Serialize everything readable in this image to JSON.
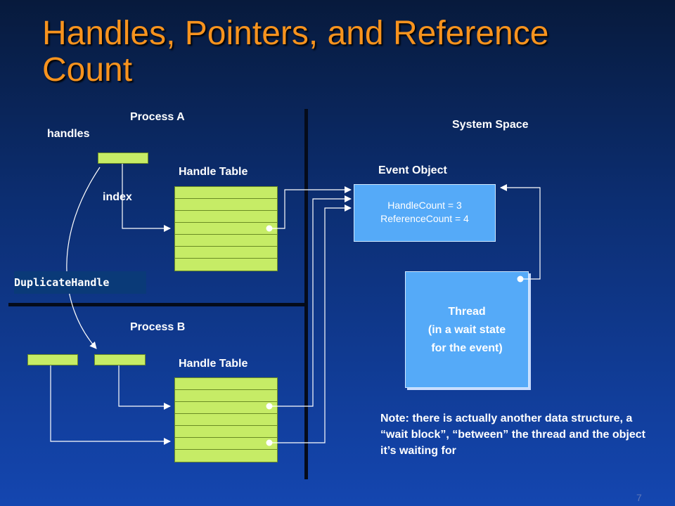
{
  "title": "Handles, Pointers, and Reference Count",
  "labels": {
    "process_a": "Process A",
    "handles": "handles",
    "system_space": "System Space",
    "handle_table_a": "Handle Table",
    "event_object": "Event Object",
    "index": "index",
    "process_b": "Process B",
    "handle_table_b": "Handle Table"
  },
  "event_object": {
    "handle_count": "HandleCount = 3",
    "reference_count": "ReferenceCount = 4"
  },
  "thread": {
    "line1": "Thread",
    "line2": "(in a wait state",
    "line3": "for the event)"
  },
  "duplicate_handle": "DuplicateHandle",
  "note": "Note: there is actually another data structure, a “wait block”, “between” the thread and the object it’s waiting for",
  "page_number": "7",
  "colors": {
    "title": "#f7931e",
    "handle_green": "#c6ec66",
    "object_blue": "#55aaf8"
  }
}
